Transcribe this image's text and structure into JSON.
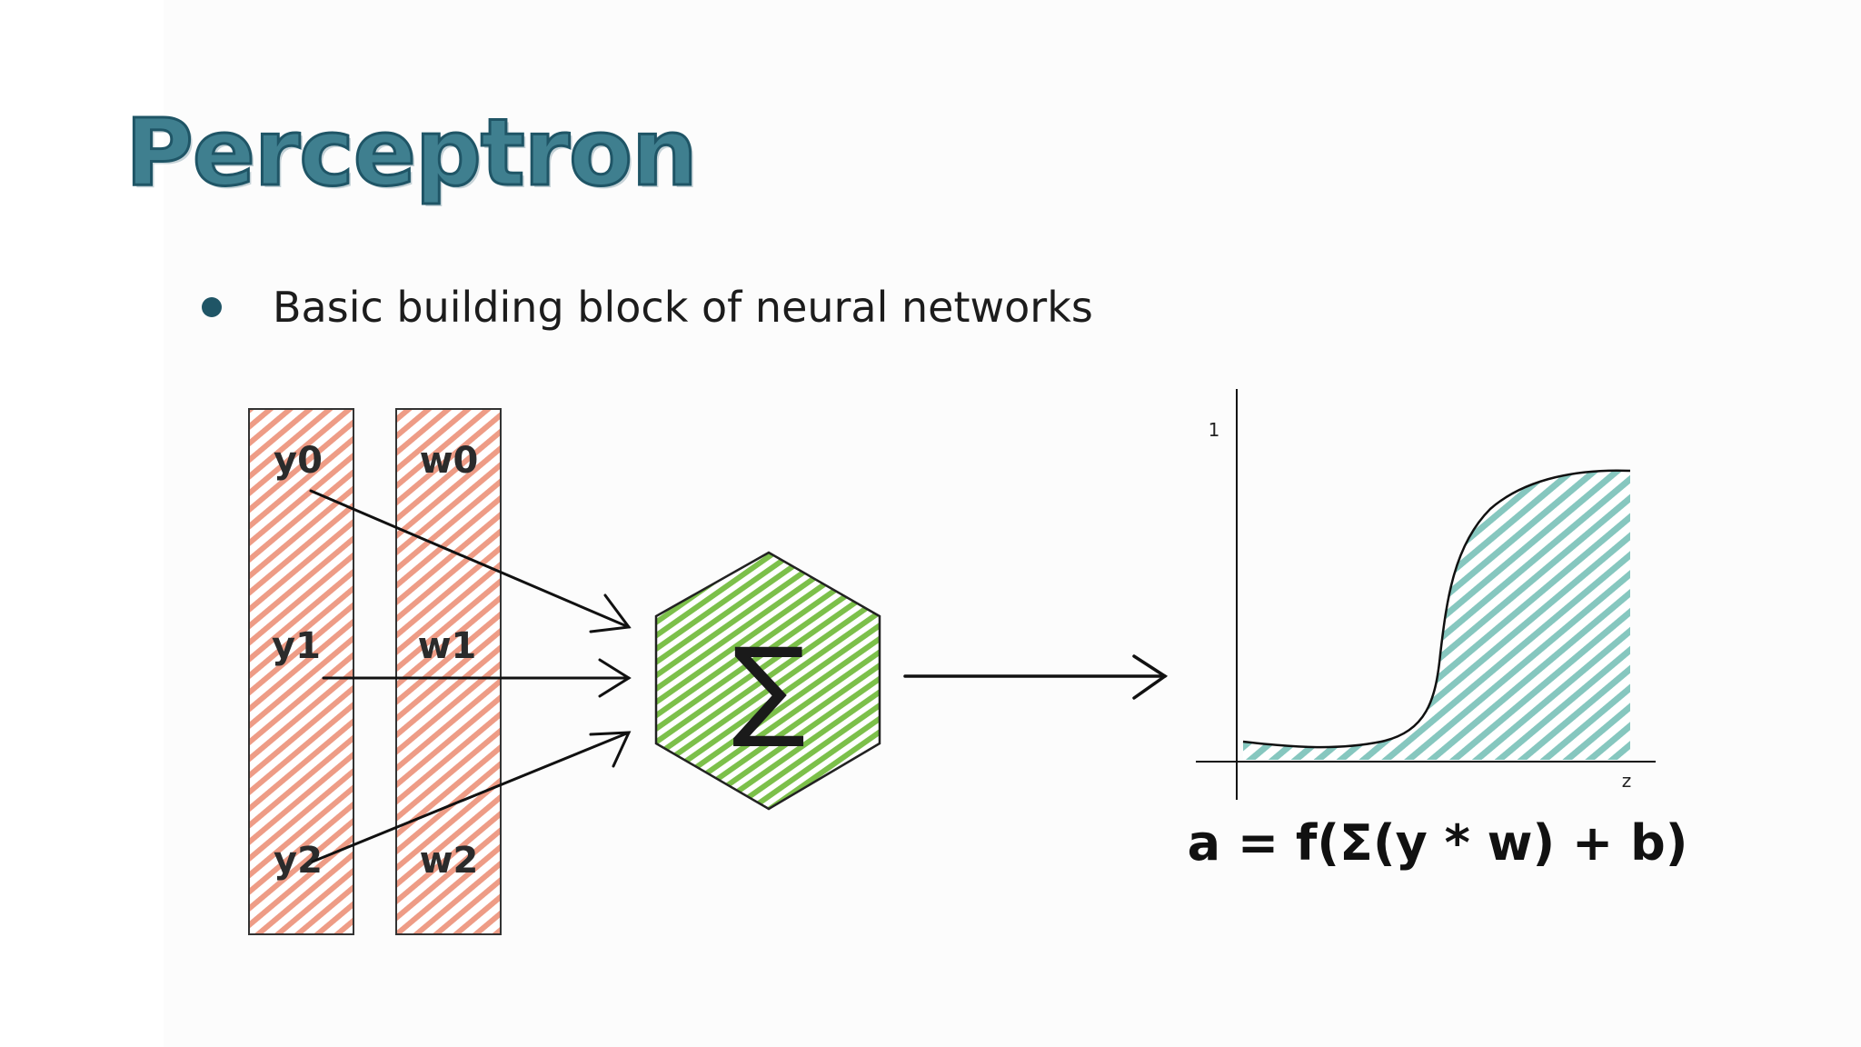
{
  "slide": {
    "title": "Perceptron",
    "bullet": "Basic building block of neural networks"
  },
  "inputs": {
    "y_labels": [
      "y0",
      "y1",
      "y2"
    ],
    "w_labels": [
      "w0",
      "w1",
      "w2"
    ]
  },
  "summation": {
    "symbol": "∑"
  },
  "activation_plot": {
    "y_tick": "1",
    "x_axis_label": "z"
  },
  "formula": "a = f(Σ(y * w) + b)",
  "colors": {
    "title": "#3f7f8f",
    "bullet": "#1f5566",
    "input_fill": "#ee9c86",
    "sum_fill": "#7cc04a",
    "curve_fill": "#86c7bf"
  }
}
